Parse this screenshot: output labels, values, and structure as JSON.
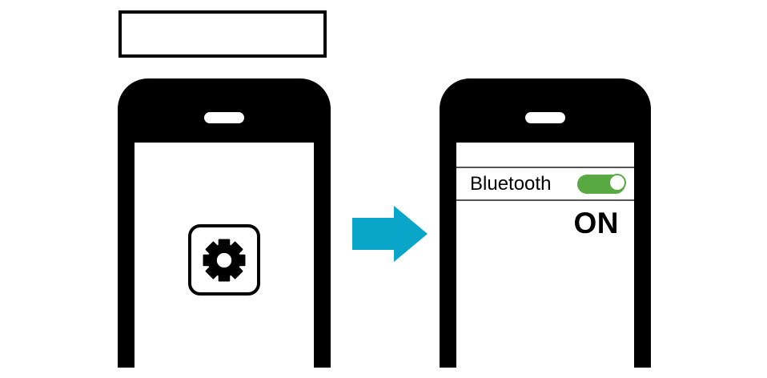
{
  "colors": {
    "toggle_green": "#58A942",
    "arrow_cyan": "#0AA6C9",
    "divider_gray": "#555555"
  },
  "caption_box": {
    "text": ""
  },
  "left_phone": {
    "screen": {
      "settings_button": {
        "icon": "gear-icon"
      }
    }
  },
  "arrow": {
    "icon": "arrow-right-icon",
    "direction": "right"
  },
  "right_phone": {
    "screen": {
      "bluetooth_label": "Bluetooth",
      "toggle": {
        "state": "on",
        "icon": "toggle-on-icon"
      },
      "status_text": "ON"
    }
  }
}
